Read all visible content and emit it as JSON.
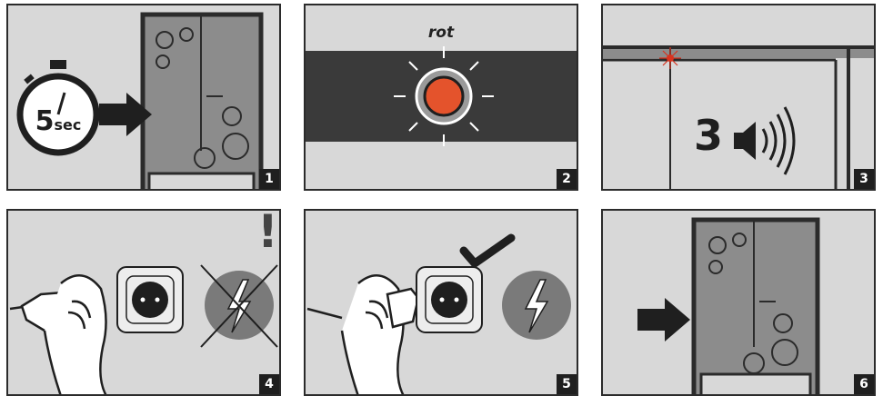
{
  "panels": [
    {
      "number": "1",
      "timer_label": "5",
      "timer_unit": "sec"
    },
    {
      "number": "2",
      "caption": "rot"
    },
    {
      "number": "3",
      "beep_count": "3"
    },
    {
      "number": "4",
      "alert_mark": "!"
    },
    {
      "number": "5"
    },
    {
      "number": "6"
    }
  ],
  "colors": {
    "panel_bg": "#d8d8d8",
    "dark": "#2b2b2b",
    "wall_grey": "#8c8c8c",
    "led_red": "#e4532c",
    "laser_red": "#d9331f"
  }
}
